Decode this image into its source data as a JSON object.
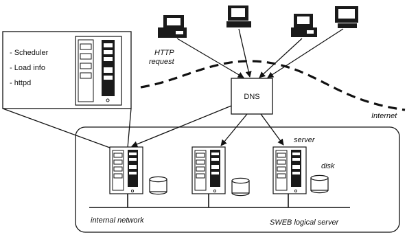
{
  "labels": {
    "http_request_line1": "HTTP",
    "http_request_line2": "request",
    "dns": "DNS",
    "internet": "Internet",
    "server": "server",
    "disk": "disk",
    "internal_network": "internal network",
    "logical_server": "SWEB logical server"
  },
  "callout_items": [
    "- Scheduler",
    "- Load info",
    "- httpd"
  ]
}
